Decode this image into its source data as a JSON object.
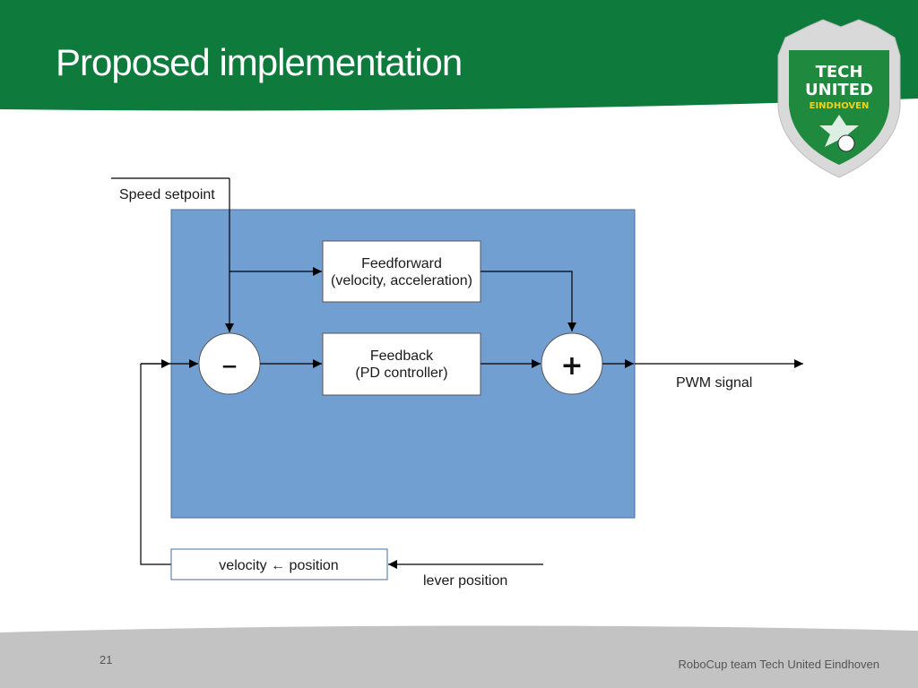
{
  "slide": {
    "title": "Proposed implementation",
    "page_number": "21",
    "footer": "RoboCup team Tech United Eindhoven"
  },
  "logo": {
    "line1": "TECH",
    "line2": "UNITED",
    "line3": "EINDHOVEN"
  },
  "colors": {
    "header_green": "#0e7a3c",
    "controller_blue": "#729fd2",
    "footer_gray": "#c3c3c3"
  },
  "diagram": {
    "input_label": "Speed setpoint",
    "feedforward": {
      "line1": "Feedforward",
      "line2": "(velocity, acceleration)"
    },
    "feedback": {
      "line1": "Feedback",
      "line2": "(PD controller)"
    },
    "subtract_symbol": "–",
    "add_symbol": "+",
    "output_label": "PWM signal",
    "conversion_label": "velocity ← position",
    "sensor_label": "lever position"
  }
}
